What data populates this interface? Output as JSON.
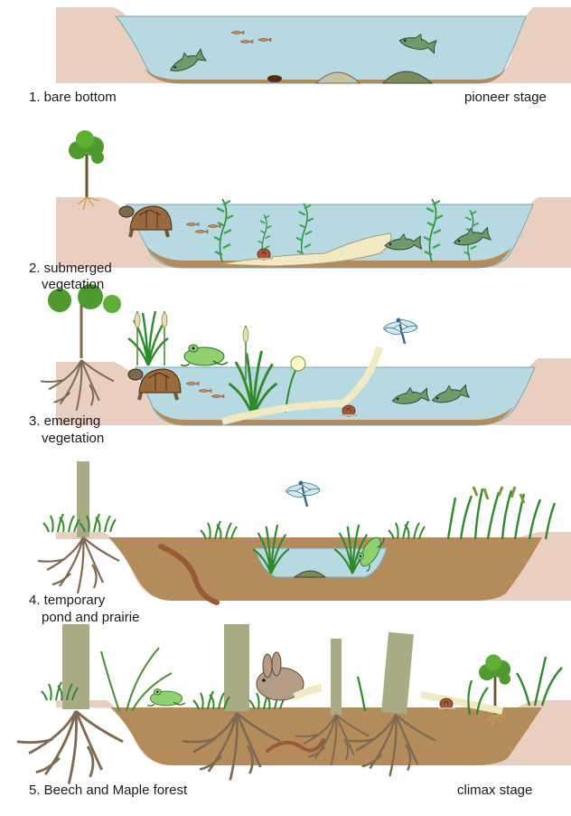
{
  "stages": [
    {
      "label_line1": "1. bare bottom",
      "label_line2": "",
      "right_label": "pioneer stage"
    },
    {
      "label_line1": "2. submerged",
      "label_line2": "vegetation",
      "right_label": ""
    },
    {
      "label_line1": "3. emerging",
      "label_line2": "vegetation",
      "right_label": ""
    },
    {
      "label_line1": "4. temporary",
      "label_line2": "pond and prairie",
      "right_label": ""
    },
    {
      "label_line1": "5. Beech and Maple forest",
      "label_line2": "",
      "right_label": "climax stage"
    }
  ],
  "colors": {
    "bank": "#e8cfbf",
    "sediment": "#b48c5c",
    "water": "#b6d9e2",
    "plant": "#3e9a3a",
    "trunk": "#a9ab84",
    "root": "#7e6a52"
  },
  "icons": [
    "fish-icon",
    "turtle-icon",
    "snail-icon",
    "frog-icon",
    "dragonfly-icon",
    "worm-icon",
    "rabbit-icon",
    "cattail-icon",
    "tree-icon"
  ]
}
